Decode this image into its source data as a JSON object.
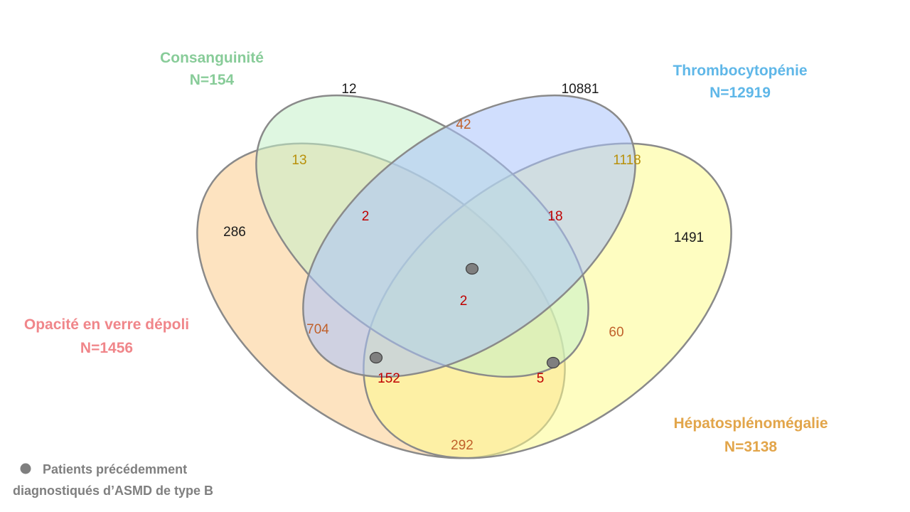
{
  "sets": {
    "consanguinite": {
      "name": "Consanguinité",
      "n": "N=154",
      "color": "#88cc99",
      "fill": "#c5f0c8"
    },
    "thrombocytopenie": {
      "name": "Thrombocytopénie",
      "n": "N=12919",
      "color": "#5fb7e8",
      "fill": "#a9c2fb"
    },
    "opacite": {
      "name": "Opacité en verre dépoli",
      "n": "N=1456",
      "color": "#f0868a",
      "fill": "#fbcc8c"
    },
    "hepato": {
      "name": "Hépatosplénomégalie",
      "n": "N=3138",
      "color": "#e2a54a",
      "fill": "#fdfb8e"
    }
  },
  "regions": {
    "consanguinite_only": "12",
    "thrombo_only": "10881",
    "opacite_only": "286",
    "hepato_only": "1491",
    "consanguinite_thrombo": "42",
    "consanguinite_opacite": "13",
    "thrombo_hepato": "1118",
    "consanguinite_thrombo_opacite": "2",
    "consanguinite_thrombo_hepato": "18",
    "all_four": "2",
    "opacite_thrombo": "704",
    "consanguinite_hepato": "60",
    "opacite_thrombo_hepato": "152",
    "consanguinite_opacite_hepato": "5",
    "opacite_hepato": "292"
  },
  "legend": {
    "line1": "Patients précédemment",
    "line2": "diagnostiqués d’ASMD de type B"
  },
  "colors": {
    "outline": "#8a8a8a",
    "black_text": "#1a1a1a",
    "orange_text": "#c0602a",
    "red_text": "#c00000",
    "gold_text": "#b8900a",
    "dot": "#7f7f7f"
  }
}
